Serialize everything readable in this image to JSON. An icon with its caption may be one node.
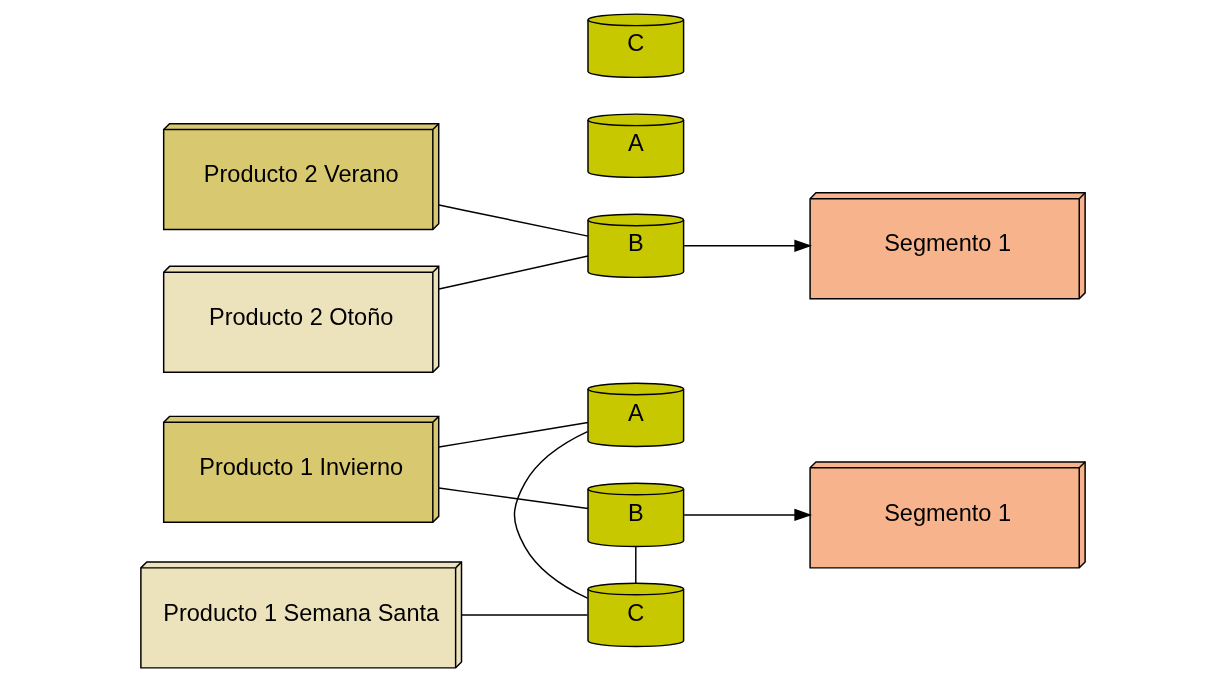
{
  "diagram": {
    "nodes": [
      {
        "text": [
          "Producto 1 Invierno"
        ]
      },
      {
        "text": [
          "Producto 1 Semana Santa"
        ]
      },
      {
        "text": [
          "Producto 2 Verano"
        ]
      },
      {
        "text": [
          "Producto 2 Otoño"
        ]
      },
      {
        "text": [
          "A"
        ]
      },
      {
        "text": [
          "B"
        ]
      },
      {
        "text": [
          "C"
        ]
      },
      {
        "text": [
          "Segmento 1"
        ]
      },
      {
        "text": [
          "A"
        ]
      },
      {
        "text": [
          "B"
        ]
      },
      {
        "text": [
          "C"
        ]
      },
      {
        "text": [
          "Segmento 1"
        ]
      }
    ],
    "edges": [
      {
        "from": 0,
        "to": 4,
        "arrow": "none"
      },
      {
        "from": 0,
        "to": 5,
        "arrow": "none"
      },
      {
        "from": 1,
        "to": 6,
        "arrow": "none"
      },
      {
        "from": 5,
        "to": 6,
        "arrow": "none"
      },
      {
        "from": 4,
        "to": 6,
        "arrow": "none"
      },
      {
        "from": 5,
        "to": 7,
        "arrow": "to"
      },
      {
        "from": 2,
        "to": 9,
        "arrow": "none"
      },
      {
        "from": 3,
        "to": 9,
        "arrow": "none"
      },
      {
        "from": 9,
        "to": 11,
        "arrow": "to"
      }
    ]
  }
}
